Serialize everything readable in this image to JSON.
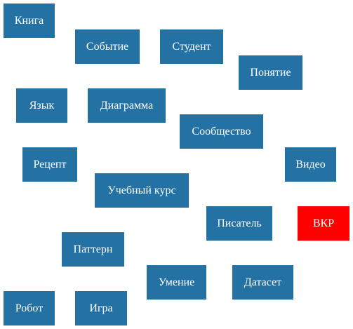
{
  "colors": {
    "default": "#2471a3",
    "highlight": "#ff0000",
    "text": "#ffffff",
    "background": "#ffffff"
  },
  "tags": [
    {
      "id": "kniga",
      "label": "Книга",
      "highlight": false
    },
    {
      "id": "sobytie",
      "label": "Событие",
      "highlight": false
    },
    {
      "id": "student",
      "label": "Студент",
      "highlight": false
    },
    {
      "id": "ponyatie",
      "label": "Понятие",
      "highlight": false
    },
    {
      "id": "yazyk",
      "label": "Язык",
      "highlight": false
    },
    {
      "id": "diagramma",
      "label": "Диаграмма",
      "highlight": false
    },
    {
      "id": "soobshchestvo",
      "label": "Сообщество",
      "highlight": false
    },
    {
      "id": "retsept",
      "label": "Рецепт",
      "highlight": false
    },
    {
      "id": "video",
      "label": "Видео",
      "highlight": false
    },
    {
      "id": "uchebnyy-kurs",
      "label": "Учебный курс",
      "highlight": false
    },
    {
      "id": "pisatel",
      "label": "Писатель",
      "highlight": false
    },
    {
      "id": "vkr",
      "label": "ВКР",
      "highlight": true
    },
    {
      "id": "pattern",
      "label": "Паттерн",
      "highlight": false
    },
    {
      "id": "umenie",
      "label": "Умение",
      "highlight": false
    },
    {
      "id": "dataset",
      "label": "Датасет",
      "highlight": false
    },
    {
      "id": "robot",
      "label": "Робот",
      "highlight": false
    },
    {
      "id": "igra",
      "label": "Игра",
      "highlight": false
    }
  ]
}
